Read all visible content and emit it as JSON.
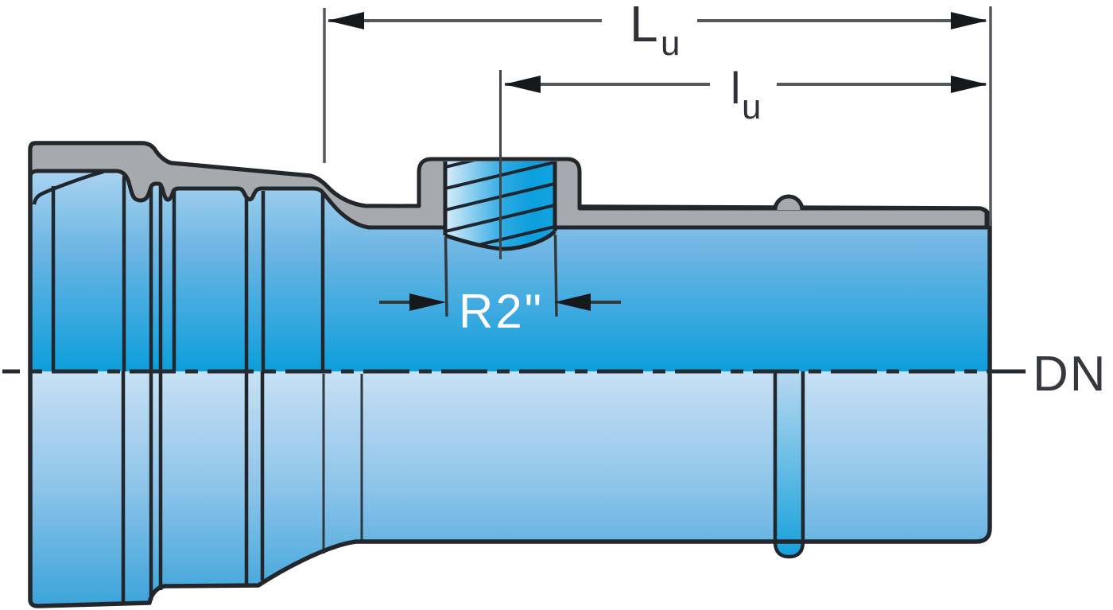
{
  "diagram": {
    "type": "technical-drawing",
    "subject": "socket pipe with threaded R2\" boss, half-section view",
    "dimensions": {
      "overall_length": {
        "symbol": "L",
        "subscript": "u"
      },
      "laying_length": {
        "symbol": "l",
        "subscript": "u"
      },
      "thread": {
        "label": "R2\""
      },
      "nominal_diameter": {
        "label": "DN"
      }
    },
    "colors": {
      "pipe_blue_dark": "#0d9edb",
      "pipe_blue_light": "#c8e1f4",
      "metal_gray": "#a6aaae",
      "outline": "#23272c",
      "dimension_line": "#55595e",
      "label_dark": "#2e3237",
      "label_white": "#ffffff"
    }
  }
}
